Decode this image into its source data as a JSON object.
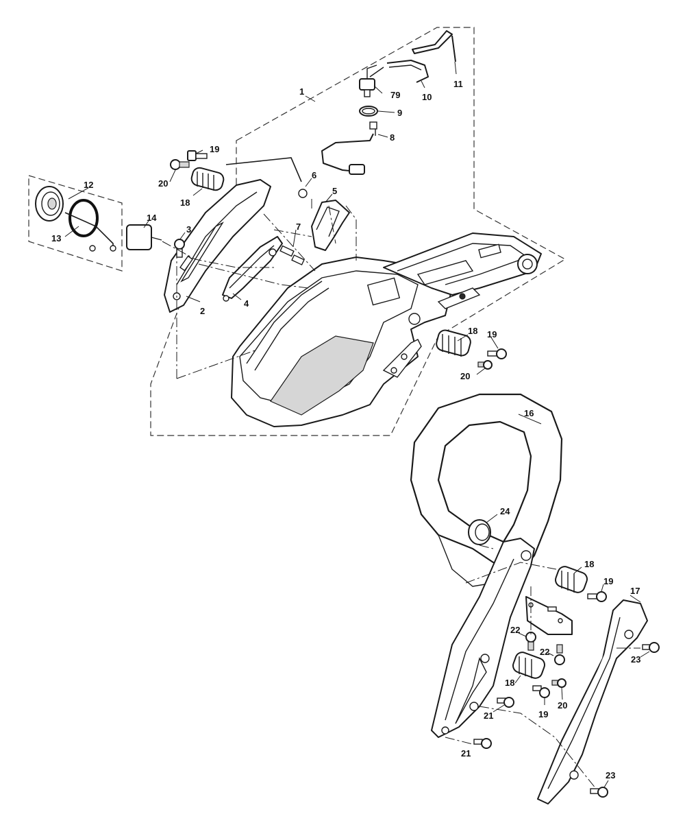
{
  "diagram": {
    "callouts": [
      {
        "id": "c1",
        "label": "1"
      },
      {
        "id": "c2",
        "label": "2"
      },
      {
        "id": "c3",
        "label": "3"
      },
      {
        "id": "c4",
        "label": "4"
      },
      {
        "id": "c5",
        "label": "5"
      },
      {
        "id": "c6",
        "label": "6"
      },
      {
        "id": "c7",
        "label": "7"
      },
      {
        "id": "c8",
        "label": "8"
      },
      {
        "id": "c9",
        "label": "9"
      },
      {
        "id": "c10",
        "label": "10"
      },
      {
        "id": "c11",
        "label": "11"
      },
      {
        "id": "c12",
        "label": "12"
      },
      {
        "id": "c13",
        "label": "13"
      },
      {
        "id": "c14",
        "label": "14"
      },
      {
        "id": "c16",
        "label": "16"
      },
      {
        "id": "c17",
        "label": "17"
      },
      {
        "id": "c18a",
        "label": "18"
      },
      {
        "id": "c18b",
        "label": "18"
      },
      {
        "id": "c18c",
        "label": "18"
      },
      {
        "id": "c18d",
        "label": "18"
      },
      {
        "id": "c19a",
        "label": "19"
      },
      {
        "id": "c19b",
        "label": "19"
      },
      {
        "id": "c19c",
        "label": "19"
      },
      {
        "id": "c19d",
        "label": "19"
      },
      {
        "id": "c20a",
        "label": "20"
      },
      {
        "id": "c20b",
        "label": "20"
      },
      {
        "id": "c20c",
        "label": "20"
      },
      {
        "id": "c21a",
        "label": "21"
      },
      {
        "id": "c21b",
        "label": "21"
      },
      {
        "id": "c22a",
        "label": "22"
      },
      {
        "id": "c22b",
        "label": "22"
      },
      {
        "id": "c23a",
        "label": "23"
      },
      {
        "id": "c23b",
        "label": "23"
      },
      {
        "id": "c24",
        "label": "24"
      },
      {
        "id": "c79",
        "label": "79"
      }
    ]
  }
}
